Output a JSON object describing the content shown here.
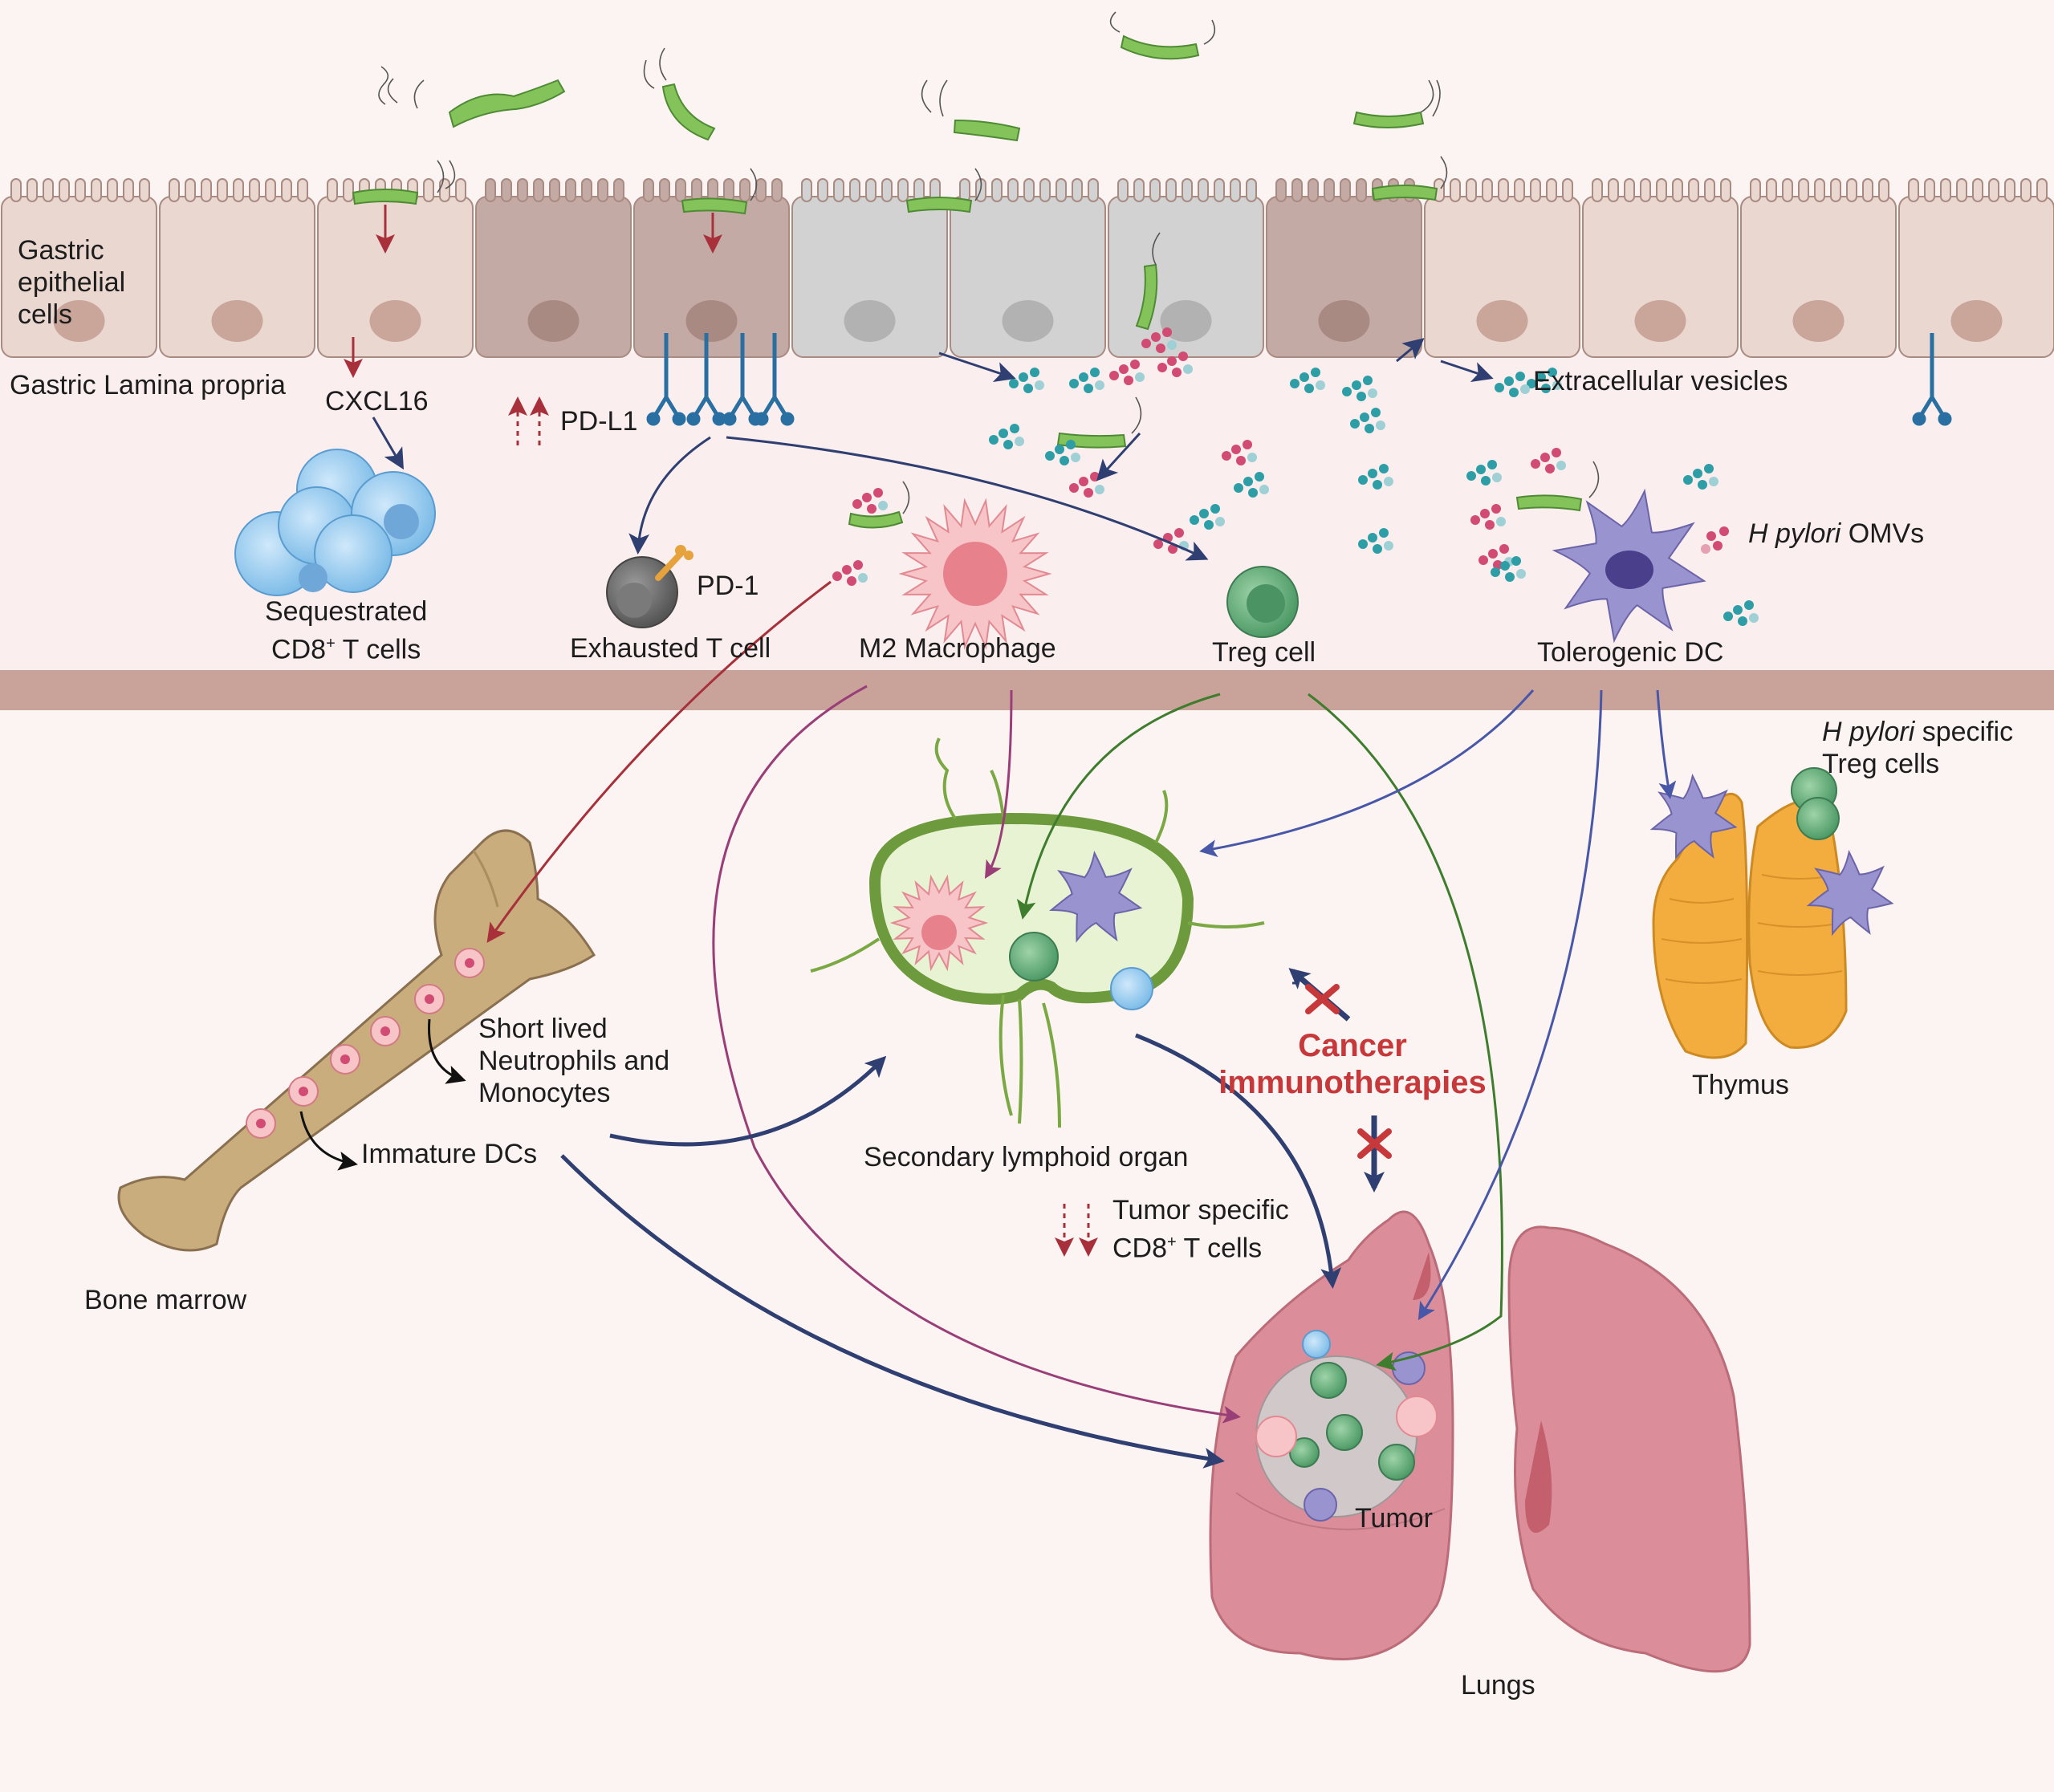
{
  "labels": {
    "gastric_epithelial_cells": "Gastric epithelial cells",
    "gastric_lamina_propria": "Gastric Lamina propria",
    "cxcl16": "CXCL16",
    "pd_l1": "PD-L1",
    "extracellular_vesicles": "Extracellular vesicles",
    "h_pylori_omvs_italic": "H pylori",
    "h_pylori_omvs_rest": " OMVs",
    "sequestrated_line1": "Sequestrated",
    "sequestrated_line2_pre": "CD8",
    "sequestrated_line2_sup": "+",
    "sequestrated_line2_post": " T cells",
    "pd_1": "PD-1",
    "exhausted_t_cell": "Exhausted T cell",
    "m2_macrophage": "M2 Macrophage",
    "treg_cell": "Treg cell",
    "tolerogenic_dc": "Tolerogenic DC",
    "hp_specific_italic": "H pylori",
    "hp_specific_rest": " specific",
    "hp_specific_line2": "Treg cells",
    "short_lived_line1": "Short lived",
    "short_lived_line2": "Neutrophils and",
    "short_lived_line3": "Monocytes",
    "immature_dcs": "Immature DCs",
    "secondary_lymphoid_organ": "Secondary lymphoid organ",
    "cancer_line1": "Cancer",
    "cancer_line2": "immunotherapies",
    "tumor_specific_line1": "Tumor specific",
    "tumor_specific_line2_pre": "CD8",
    "tumor_specific_line2_sup": "+",
    "tumor_specific_line2_post": " T cells",
    "thymus": "Thymus",
    "bone_marrow": "Bone marrow",
    "tumor": "Tumor",
    "lungs": "Lungs"
  },
  "colors": {
    "background": "#fcf4f2",
    "membrane_band": "#c9a39a",
    "epithelial_cell": "#ead7d0",
    "epithelial_cell_dark": "#c4aaa4",
    "epithelial_cell_grey": "#d2d2d2",
    "bacteria_green": "#7fbf55",
    "vesicle_teal": "#2e9ea6",
    "vesicle_pink": "#d14b73",
    "arrow_navy": "#2f3f72",
    "arrow_red": "#a8303a",
    "arrow_green": "#3f7d2e",
    "lung_pink": "#db8e99",
    "bone_tan": "#c9ad7c",
    "thymus_orange": "#f2ad3e",
    "lymph_green": "#e8f3d4",
    "cancer_red": "#c7383a"
  }
}
